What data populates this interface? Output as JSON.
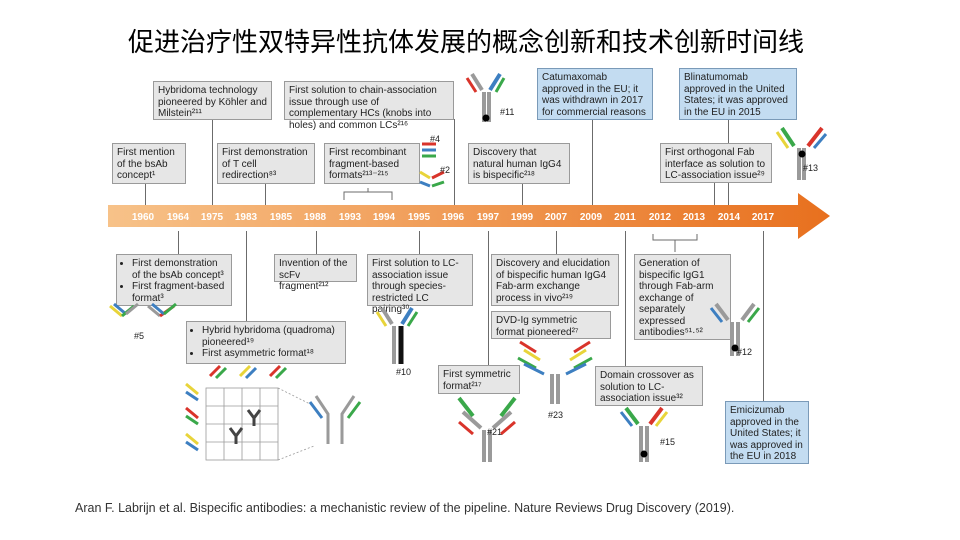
{
  "title": "促进治疗性双特异性抗体发展的概念创新和技术创新时间线",
  "years": [
    "1960",
    "1964",
    "1975",
    "1983",
    "1985",
    "1988",
    "1993",
    "1994",
    "1995",
    "1996",
    "1997",
    "1999",
    "2007",
    "2009",
    "2011",
    "2012",
    "2013",
    "2014",
    "2017"
  ],
  "top_boxes": [
    {
      "text": "First mention of the bsAb concept¹"
    },
    {
      "text": "Hybridoma technology pioneered by Köhler and Milstein²¹¹"
    },
    {
      "text": "First demonstration of T cell redirection⁸³"
    },
    {
      "text": "First recombinant fragment-based formats²¹³⁻²¹⁵"
    },
    {
      "text": "First solution to chain-association issue through use of complementary HCs (knobs into holes) and common LCs²¹⁶"
    },
    {
      "text": "Discovery that natural human IgG4 is bispecific²¹⁸"
    },
    {
      "text": "Catumaxomab approved in the EU; it was withdrawn in 2017 for commercial reasons"
    },
    {
      "text": "Blinatumomab approved in the United States; it was approved in the EU in 2015"
    },
    {
      "text": "First orthogonal Fab interface as solution to LC-association issue²⁹"
    }
  ],
  "bottom_boxes": [
    {
      "items": [
        "First demonstration of the bsAb concept³",
        "First fragment-based format³"
      ]
    },
    {
      "text": "Invention of the scFv fragment²¹²"
    },
    {
      "text": "First solution to LC-association issue through species-restricted LC pairing³⁰"
    },
    {
      "items": [
        "Hybrid hybridoma (quadroma) pioneered¹⁹",
        "First asymmetric format¹⁸"
      ]
    },
    {
      "text": "Discovery and elucidation of bispecific human IgG4 Fab-arm exchange process in vivo²¹⁹"
    },
    {
      "text": "DVD-Ig symmetric format pioneered²⁷"
    },
    {
      "text": "First symmetric format²¹⁷"
    },
    {
      "text": "Generation of bispecific IgG1 through Fab-arm exchange of separately expressed antibodies⁵¹·⁵²"
    },
    {
      "text": "Domain crossover as solution to LC-association issue³²"
    },
    {
      "text": "Emicizumab approved in the United States; it was approved in the EU in 2018"
    }
  ],
  "format_labels": [
    "#11",
    "#4",
    "#2",
    "#13",
    "#5",
    "#10",
    "#23",
    "#21",
    "#15",
    "#12"
  ],
  "citation": "Aran F. Labrijn et al. Bispecific antibodies: a mechanistic review of the pipeline. Nature Reviews Drug Discovery (2019).",
  "colors": {
    "arrow_start": "#f7c289",
    "arrow_end": "#e8701e",
    "box_grey": "#e6e6e6",
    "box_blue": "#c3dcf1",
    "red": "#d9342b",
    "green": "#3aa84a",
    "yellow": "#e8d43a",
    "blue": "#3d7fc1",
    "grey": "#9a9a9a"
  }
}
